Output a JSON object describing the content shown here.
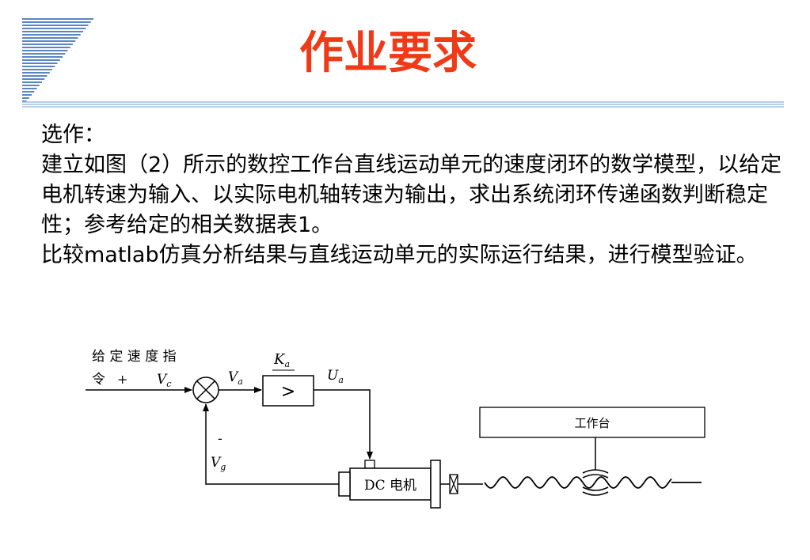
{
  "title": "作业要求",
  "colors": {
    "title": "#f03a17",
    "rule": "#8fb2d8",
    "logo": "#5a86c2"
  },
  "body": {
    "line1": "选作：",
    "line2": "建立如图（2）所示的数控工作台直线运动单元的速度闭环的数学模型，以给定电机转速为输入、以实际电机轴转速为输出，求出系统闭环传递函数判断稳定性；参考给定的相关数据表1。",
    "line3": "比较matlab仿真分析结果与直线运动单元的实际运行结果，进行模型验证。"
  },
  "diagram": {
    "input_label_1": "给 定 速 度 指",
    "input_label_2": "令",
    "plus": "+",
    "minus": "-",
    "vc": "V",
    "vc_sub": "c",
    "va": "V",
    "va_sub": "a",
    "ka": "K",
    "ka_sub": "a",
    "ua": "U",
    "ua_sub": "a",
    "vg": "V",
    "vg_sub": "g",
    "amp_symbol": ">",
    "motor_label": "DC 电机",
    "table_label": "工作台"
  }
}
